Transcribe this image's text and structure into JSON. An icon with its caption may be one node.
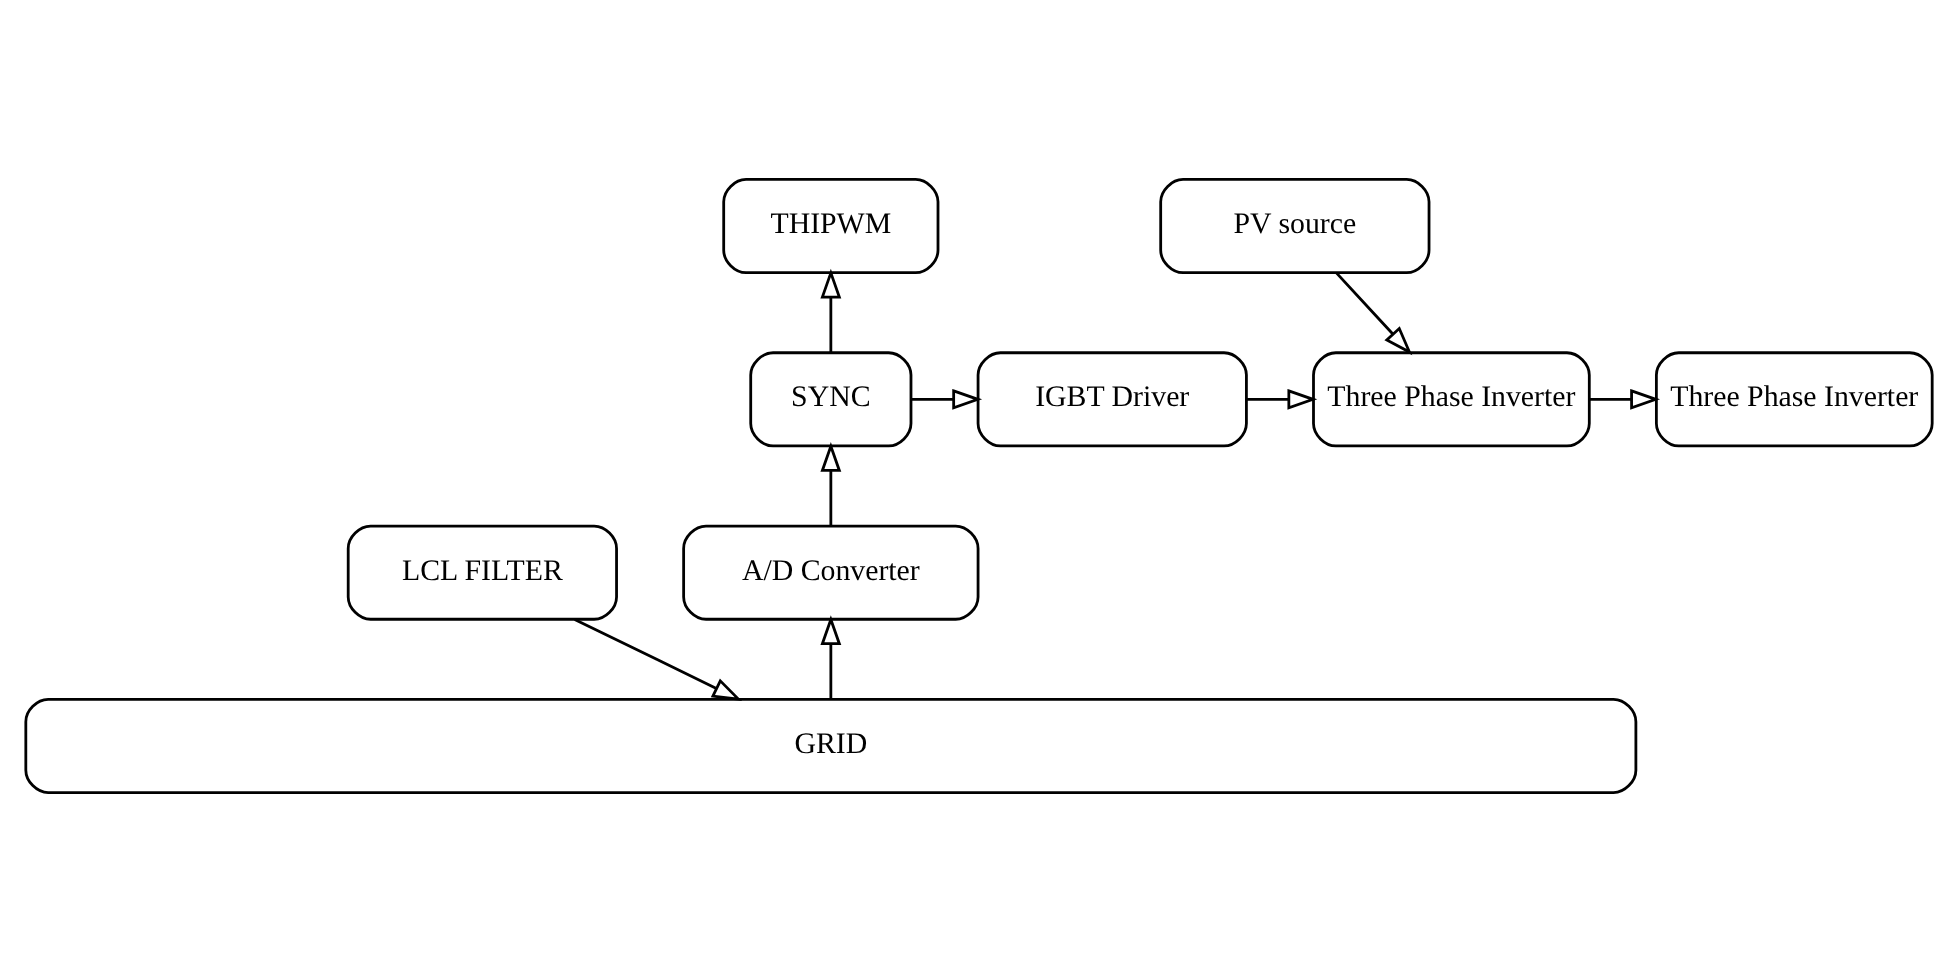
{
  "diagram": {
    "nodes": [
      {
        "text": [
          "THIPWM"
        ]
      },
      {
        "text": [
          "PV source"
        ]
      },
      {
        "text": [
          "SYNC"
        ]
      },
      {
        "text": [
          "IGBT Driver"
        ]
      },
      {
        "text": [
          "Three Phase Inverter"
        ]
      },
      {
        "text": [
          "Three Phase Inverter"
        ]
      },
      {
        "text": [
          "A/D Converter"
        ]
      },
      {
        "text": [
          "LCL FILTER"
        ]
      },
      {
        "text": [
          "GRID"
        ]
      }
    ],
    "edges": [
      {
        "from": 2,
        "to": 0,
        "arrow": "to"
      },
      {
        "from": 1,
        "to": 4,
        "arrow": "to"
      },
      {
        "from": 2,
        "to": 3,
        "arrow": "to"
      },
      {
        "from": 3,
        "to": 4,
        "arrow": "to"
      },
      {
        "from": 4,
        "to": 5,
        "arrow": "to"
      },
      {
        "from": 6,
        "to": 2,
        "arrow": "to"
      },
      {
        "from": 8,
        "to": 6,
        "arrow": "to"
      },
      {
        "from": 7,
        "to": 8,
        "arrow": "to"
      }
    ]
  }
}
